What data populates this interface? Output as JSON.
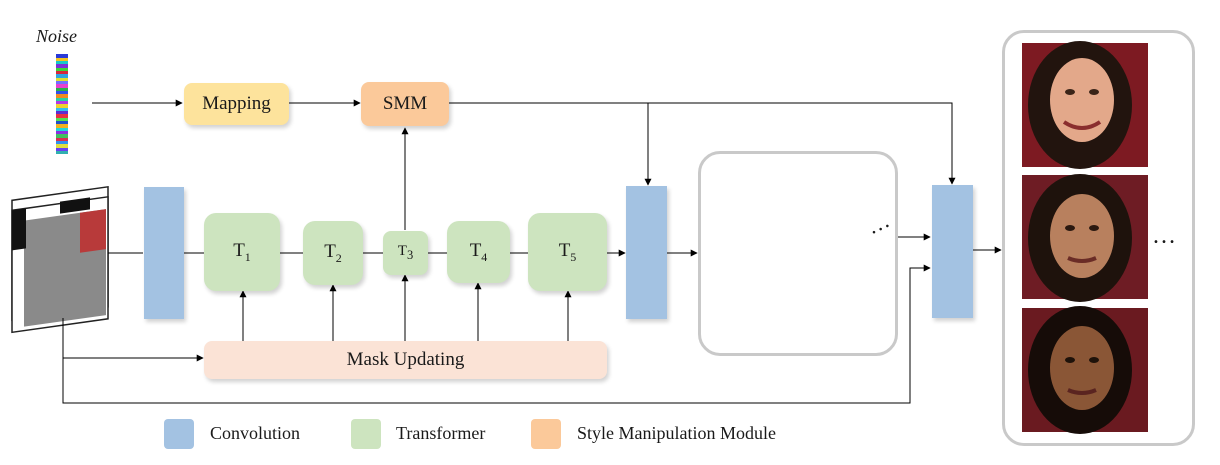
{
  "noise": {
    "label": "Noise"
  },
  "mapping": {
    "label": "Mapping"
  },
  "smm": {
    "label": "SMM"
  },
  "transformers": [
    {
      "label": "T",
      "sub": "1"
    },
    {
      "label": "T",
      "sub": "2"
    },
    {
      "label": "T",
      "sub": "3"
    },
    {
      "label": "T",
      "sub": "4"
    },
    {
      "label": "T",
      "sub": "5"
    }
  ],
  "mask_updating": {
    "label": "Mask Updating"
  },
  "legend": [
    {
      "label": "Convolution",
      "color": "#a3c2e2"
    },
    {
      "label": "Transformer",
      "color": "#cde4bf"
    },
    {
      "label": "Style Manipulation Module",
      "color": "#fbc99a"
    }
  ],
  "ellipsis": "…",
  "colors": {
    "mapping": "#fde39c",
    "smm": "#fbc99a",
    "mask": "#fbe3d6"
  }
}
